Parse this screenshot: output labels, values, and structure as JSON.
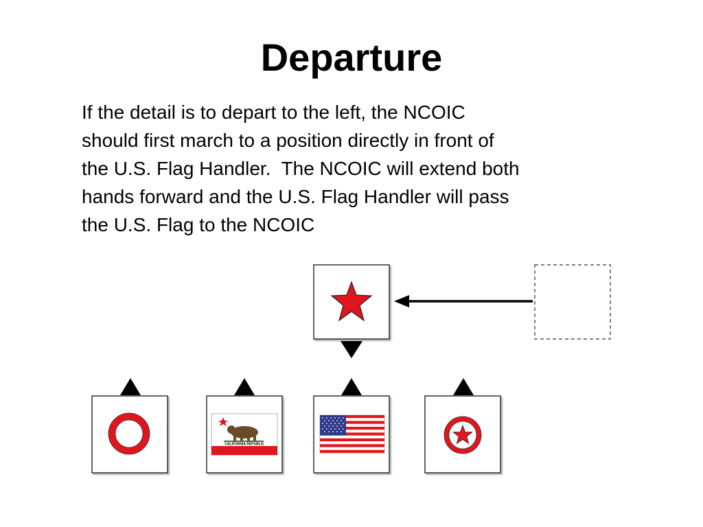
{
  "slide": {
    "title": "Departure",
    "body_lines": [
      "If the detail is to depart to the left, the NCOIC",
      "should first march to a position directly in front of",
      "the U.S. Flag Handler.  The NCOIC will extend both",
      "hands forward and the U.S. Flag Handler will pass",
      "the U.S. Flag to the NCOIC"
    ]
  },
  "diagram": {
    "flag_banner_text": "CALIFORNIA REPUBLIC",
    "colors": {
      "red": "#e0161c",
      "flag_blue": "#2e3a8c",
      "bear_brown": "#6b4a2b",
      "black": "#000000"
    },
    "icons": [
      "ncoic-star-icon",
      "empty-position-icon",
      "ring-icon",
      "california-flag-icon",
      "us-flag-icon",
      "star-in-ring-icon"
    ]
  }
}
